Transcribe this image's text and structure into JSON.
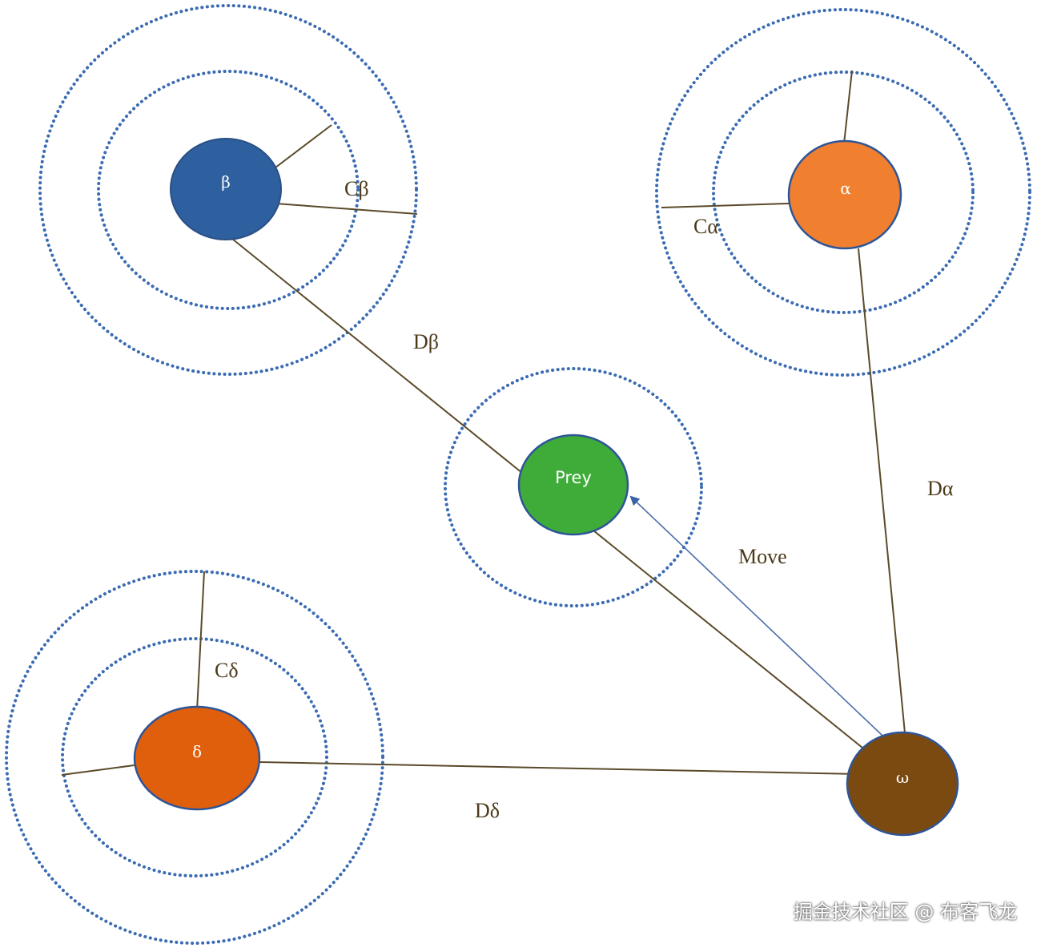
{
  "nodes": {
    "alpha": {
      "label": "α",
      "color": "#f08030"
    },
    "beta": {
      "label": "β",
      "color": "#2e5f9e"
    },
    "delta": {
      "label": "δ",
      "color": "#e05f0c"
    },
    "omega": {
      "label": "ω",
      "color": "#7a4a10"
    },
    "prey": {
      "label": "Prey",
      "color": "#3fac3a"
    }
  },
  "labels": {
    "c_beta": "Cβ",
    "c_alpha": "Cα",
    "c_delta": "Cδ",
    "d_beta": "Dβ",
    "d_alpha": "Dα",
    "d_delta": "Dδ",
    "move": "Move"
  },
  "colors": {
    "ring": "#3a6bb3",
    "line": "#5a4a2a",
    "move_arrow": "#4a6ea8"
  },
  "watermark": "掘金技术社区 @ 布客飞龙"
}
